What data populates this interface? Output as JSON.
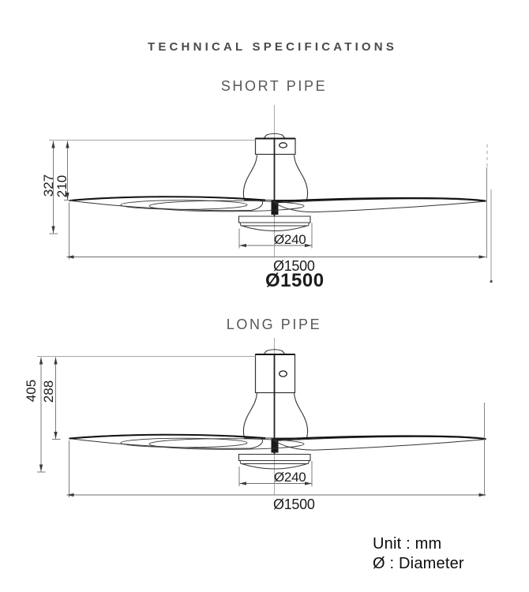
{
  "header": {
    "title": "TECHNICAL SPECIFICATIONS"
  },
  "short_pipe": {
    "label": "SHORT PIPE",
    "total_height_mm": "327",
    "height_to_blades_mm": "210",
    "motor_body_diameter": "Ø240",
    "fan_sweep_diameter": "Ø1500"
  },
  "long_pipe": {
    "label": "LONG PIPE",
    "total_height_mm": "405",
    "height_to_blades_mm": "288",
    "motor_body_diameter": "Ø240",
    "fan_sweep_diameter": "Ø1500"
  },
  "cropped_label": {
    "text": "Ø1500"
  },
  "legend": {
    "unit_note": "Unit : mm",
    "diameter_note": "Ø : Diameter"
  },
  "colors": {
    "drawing_line": "#333333",
    "bold_edge": "#141414",
    "dimension_line": "#6e6e6e",
    "text": "#1c1c1c",
    "title": "#4a4a4a"
  }
}
